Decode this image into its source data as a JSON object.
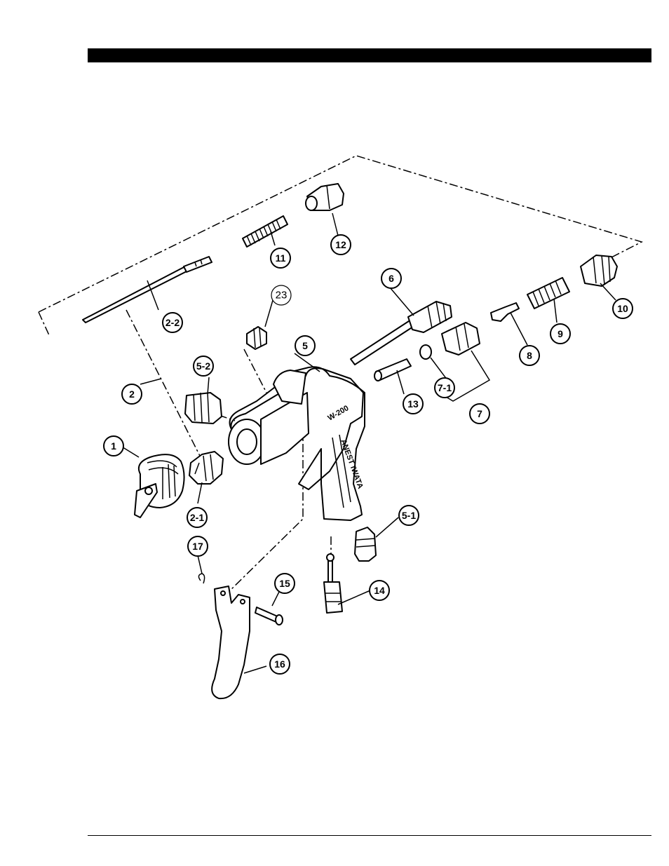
{
  "page": {
    "header_bar": "",
    "footer_rule": ""
  },
  "gun_body": {
    "model_marking": "W-200",
    "brand_marking": "ANEST IWATA"
  },
  "callouts": {
    "c1": "1",
    "c2": "2",
    "c2_1": "2-1",
    "c2_2": "2-2",
    "c5": "5",
    "c5_1": "5-1",
    "c5_2": "5-2",
    "c6": "6",
    "c7": "7",
    "c7_1": "7-1",
    "c8": "8",
    "c9": "9",
    "c10": "10",
    "c11": "11",
    "c12": "12",
    "c13": "13",
    "c14": "14",
    "c15": "15",
    "c16": "16",
    "c17": "17",
    "c23": "23"
  }
}
